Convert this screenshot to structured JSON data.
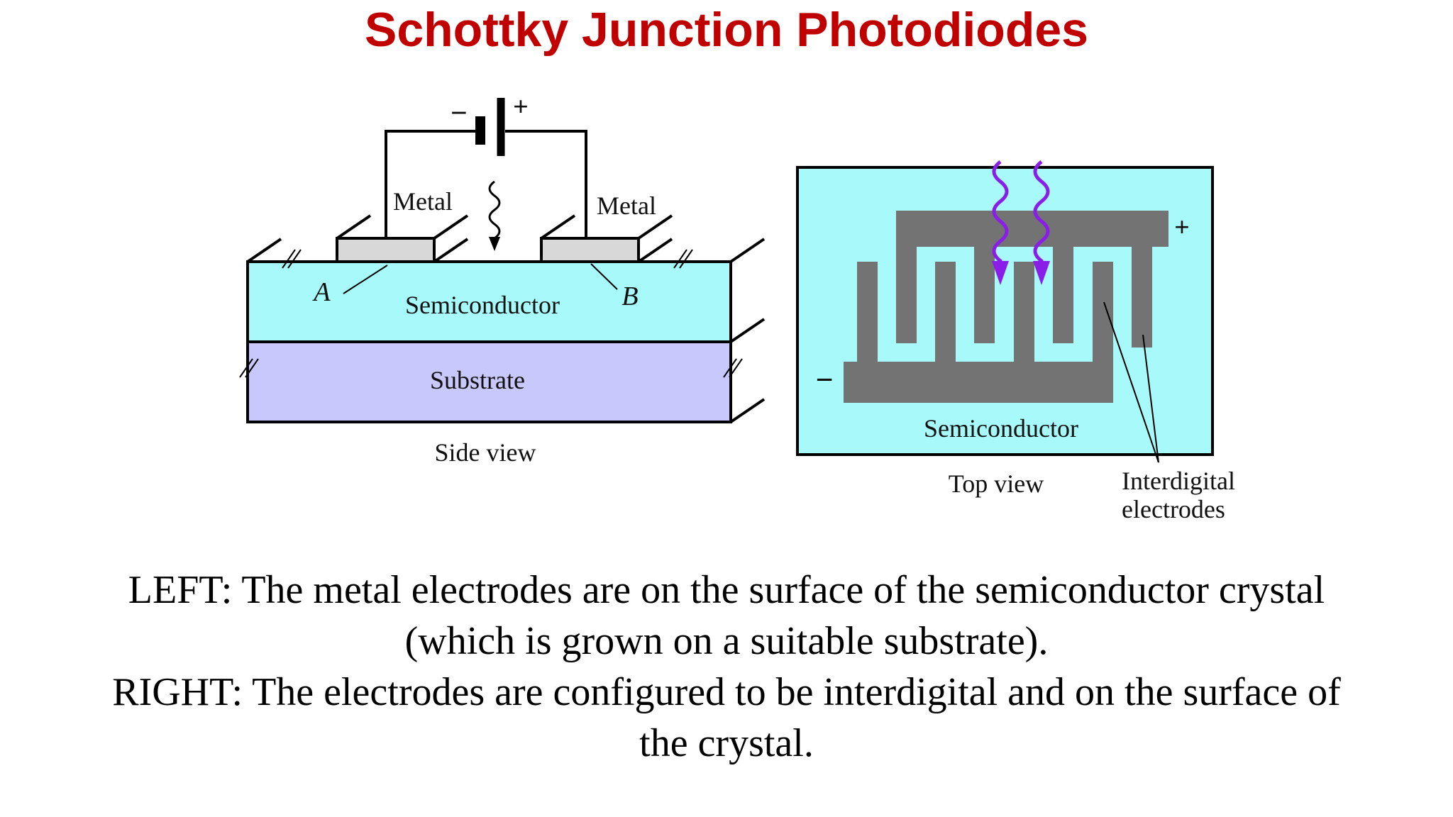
{
  "title": "Schottky Junction Photodiodes",
  "side_view": {
    "metal_left": "Metal",
    "metal_right": "Metal",
    "label_a": "A",
    "label_b": "B",
    "semiconductor": "Semiconductor",
    "substrate": "Substrate",
    "caption": "Side view",
    "battery_minus": "−",
    "battery_plus": "+"
  },
  "top_view": {
    "semiconductor": "Semiconductor",
    "caption": "Top view",
    "electrodes_line1": "Interdigital",
    "electrodes_line2": "electrodes",
    "plus": "+",
    "minus": "−"
  },
  "colors": {
    "title": "#c00000",
    "semiconductor": "#a8fafa",
    "substrate": "#c8c8fc",
    "metal": "#d8d8d8",
    "electrode": "#737373",
    "light_arrow": "#8a1ee8"
  },
  "caption": {
    "line1": "LEFT: The metal electrodes are on the surface of the semiconductor crystal",
    "line2": "(which is grown on a suitable substrate).",
    "line3": "RIGHT: The electrodes are configured to be interdigital and on the surface of",
    "line4": "the crystal."
  }
}
